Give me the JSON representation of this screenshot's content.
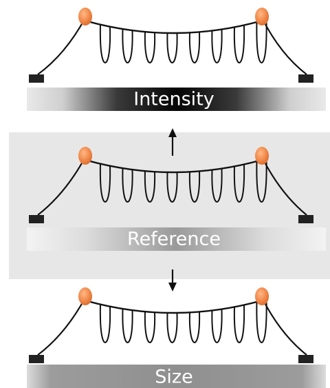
{
  "panels": [
    {
      "id": "intensity",
      "label": "Intensity",
      "bar_style": "dark-center"
    },
    {
      "id": "reference",
      "label": "Reference",
      "bar_style": "light-gradient",
      "highlighted": true
    },
    {
      "id": "size",
      "label": "Size",
      "bar_style": "uniform-grey"
    }
  ],
  "arrows": [
    {
      "id": "arrow-up",
      "direction": "up"
    },
    {
      "id": "arrow-down",
      "direction": "down"
    }
  ],
  "colors": {
    "ball": "#f0884a",
    "ball_highlight": "#ffb885",
    "wire": "#111111",
    "anchor_block": "#222222",
    "highlight_background": "#e7e7e7"
  }
}
